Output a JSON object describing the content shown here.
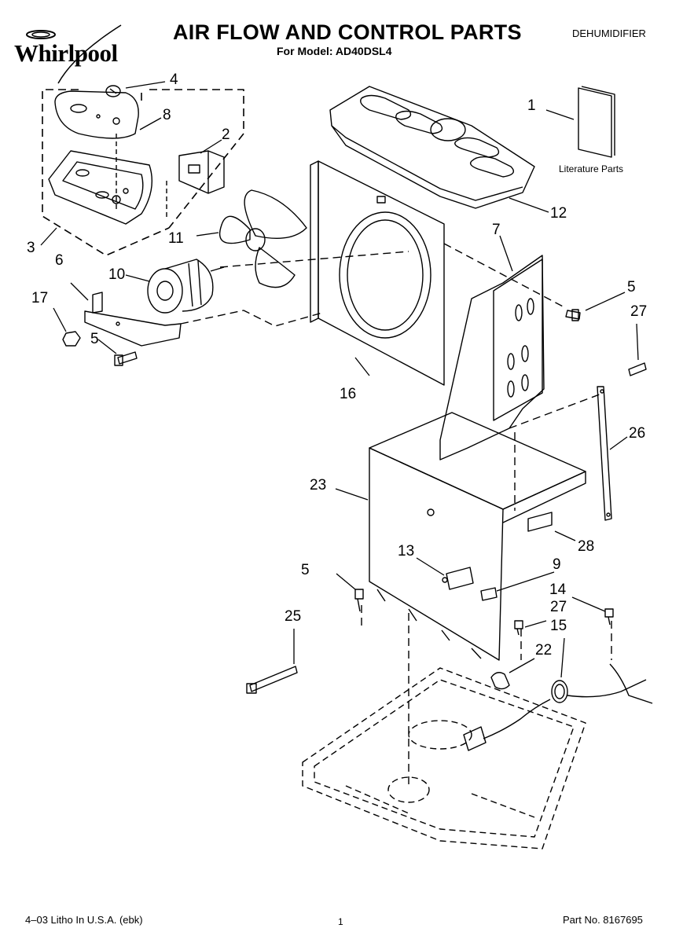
{
  "header": {
    "brand": "Whirlpool",
    "title": "AIR FLOW AND CONTROL PARTS",
    "subtitle": "For Model: AD40DSL4",
    "category": "DEHUMIDIFIER"
  },
  "literature_label": "Literature Parts",
  "callouts": [
    "1",
    "2",
    "3",
    "4",
    "5",
    "5",
    "5",
    "6",
    "7",
    "8",
    "9",
    "10",
    "11",
    "12",
    "13",
    "14",
    "15",
    "16",
    "17",
    "22",
    "23",
    "25",
    "26",
    "27",
    "27",
    "28"
  ],
  "footer": {
    "litho": "4–03 Litho In U.S.A. (ebk)",
    "page": "1",
    "part_no": "Part No. 8167695"
  }
}
